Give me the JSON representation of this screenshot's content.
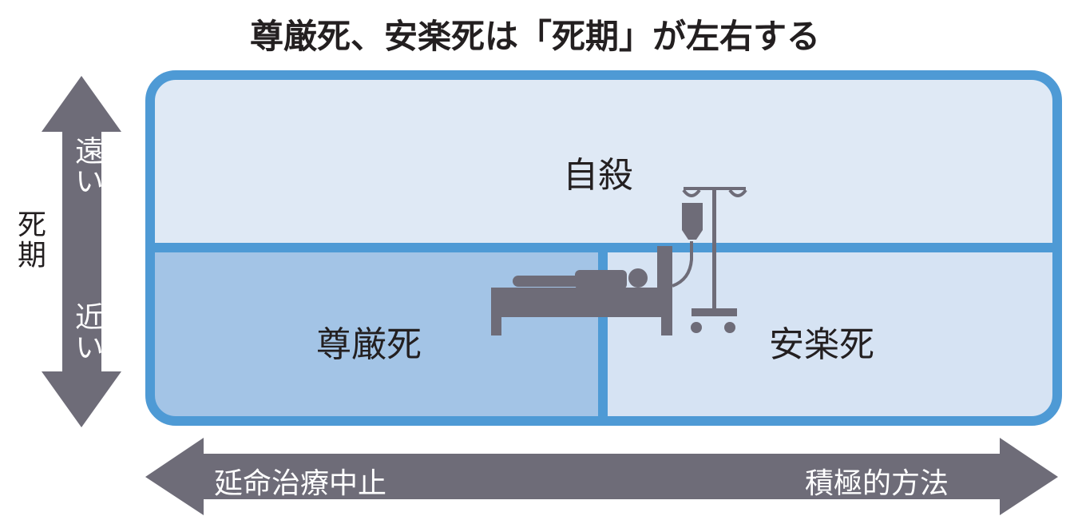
{
  "title": "尊厳死、安楽死は「死期」が左右する",
  "vertical_axis": {
    "label": "死期",
    "top_end": "遠い",
    "bottom_end": "近い"
  },
  "horizontal_axis": {
    "left_end": "延命治療中止",
    "right_end": "積極的方法"
  },
  "regions": {
    "top": "自殺",
    "bottom_left": "尊厳死",
    "bottom_right": "安楽死"
  },
  "colors": {
    "border": "#4e9ad5",
    "top_fill": "#dfe9f5",
    "bottom_left_fill": "#a3c4e6",
    "bottom_right_fill": "#d6e3f3",
    "arrow": "#6e6c78"
  }
}
